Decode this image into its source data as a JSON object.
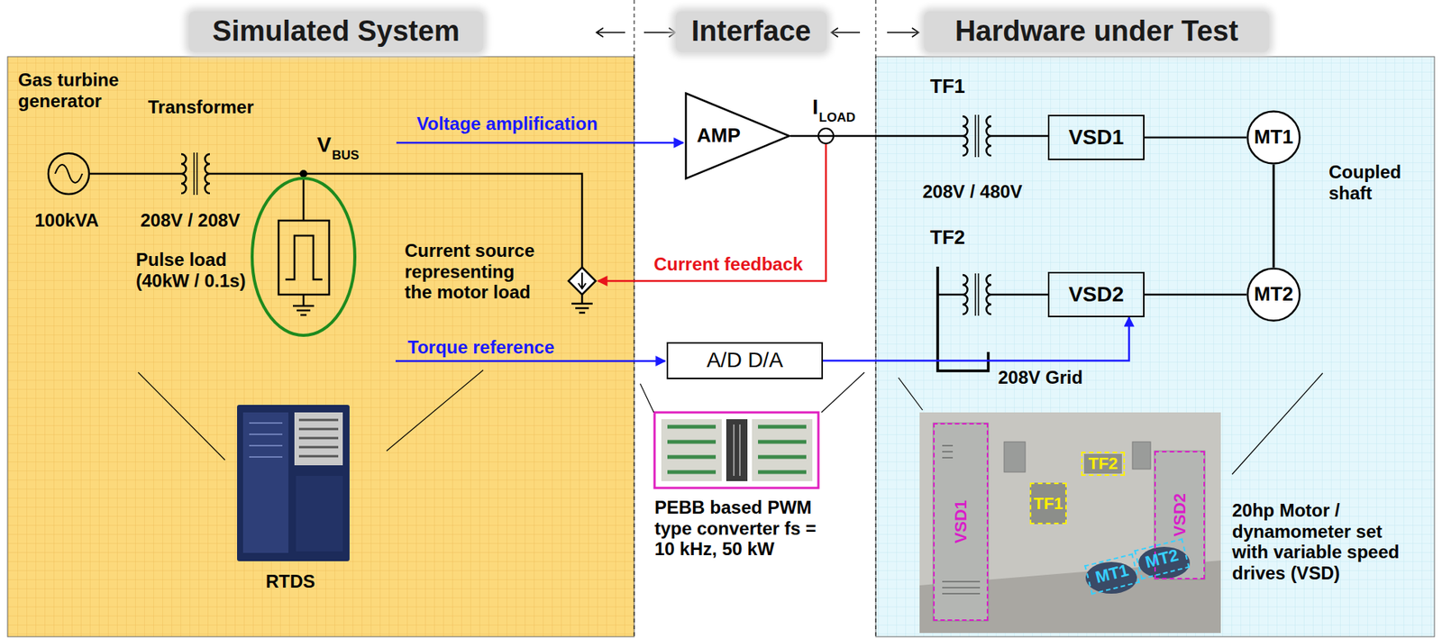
{
  "diagram": {
    "nodes": [
      {
        "text": [
          "Simulated System"
        ]
      },
      {
        "text": [
          "Interface"
        ]
      },
      {
        "text": [
          "Hardware under Test"
        ]
      },
      {
        "text": [
          "AMP"
        ]
      },
      {
        "text": [
          "VSD1"
        ]
      },
      {
        "text": [
          "MT1"
        ]
      },
      {
        "text": [
          "VSD2"
        ]
      },
      {
        "text": [
          "MT2"
        ]
      },
      {
        "text": [
          "A/D D/A"
        ]
      },
      {
        "text": [
          "VSD1"
        ]
      },
      {
        "text": [
          "TF1"
        ]
      },
      {
        "text": [
          "TF2"
        ]
      },
      {
        "text": [
          "VSD2"
        ]
      },
      {
        "text": [
          "MT1"
        ]
      },
      {
        "text": [
          "MT2"
        ]
      }
    ],
    "edges": [
      {
        "from": 4,
        "to": 5,
        "arrow": "none"
      },
      {
        "from": 6,
        "to": 7,
        "arrow": "none"
      },
      {
        "from": 5,
        "to": 7,
        "arrow": "none"
      },
      {
        "from": 8,
        "to": 6,
        "arrow": "to"
      }
    ],
    "labels": [
      "Gas turbine generator",
      "Transformer",
      "100kVA",
      "208V / 208V",
      "V",
      "BUS",
      "Pulse load (40kW / 0.1s)",
      "Current source representing the motor load",
      "Voltage amplification",
      "Current feedback",
      "Torque reference",
      "RTDS",
      "I",
      "LOAD",
      "PEBB based PWM type converter fs = 10 kHz, 50 kW",
      "TF1",
      "208V / 480V",
      "TF2",
      "208V Grid",
      "Coupled shaft",
      "20hp Motor / dynamometer set with variable speed drives (VSD)"
    ]
  }
}
